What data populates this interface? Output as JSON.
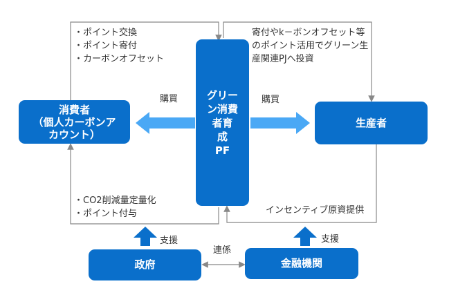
{
  "nodes": {
    "consumer": {
      "lines": [
        "消費者",
        "（個人カーボンア",
        "カウント）"
      ]
    },
    "platform": {
      "lines": [
        "グリー",
        "ン消費",
        "者育",
        "成",
        "PF"
      ]
    },
    "producer": {
      "label": "生産者"
    },
    "government": {
      "label": "政府"
    },
    "financial": {
      "label": "金融機関"
    }
  },
  "edges": {
    "purchase_left": "購買",
    "purchase_right": "購買",
    "consumer_to_pf": [
      "・ポイント交換",
      "・ポイント寄付",
      "・カーボンオフセット"
    ],
    "pf_to_producer": [
      "寄付やk－ボンオフセット等",
      "のポイント活用でグリーン生",
      "産関連PJへ投資"
    ],
    "pf_to_consumer": [
      "・CO2削減量定量化",
      "・ポイント付与"
    ],
    "producer_to_pf": "インセンティブ原資提供",
    "gov_support": "支援",
    "fin_support": "支援",
    "collaboration": "連係"
  },
  "colors": {
    "node_blue": "#0A6FCB",
    "arrow_light_blue": "#4AA8F5",
    "line_gray": "#888888",
    "text": "#333333"
  }
}
